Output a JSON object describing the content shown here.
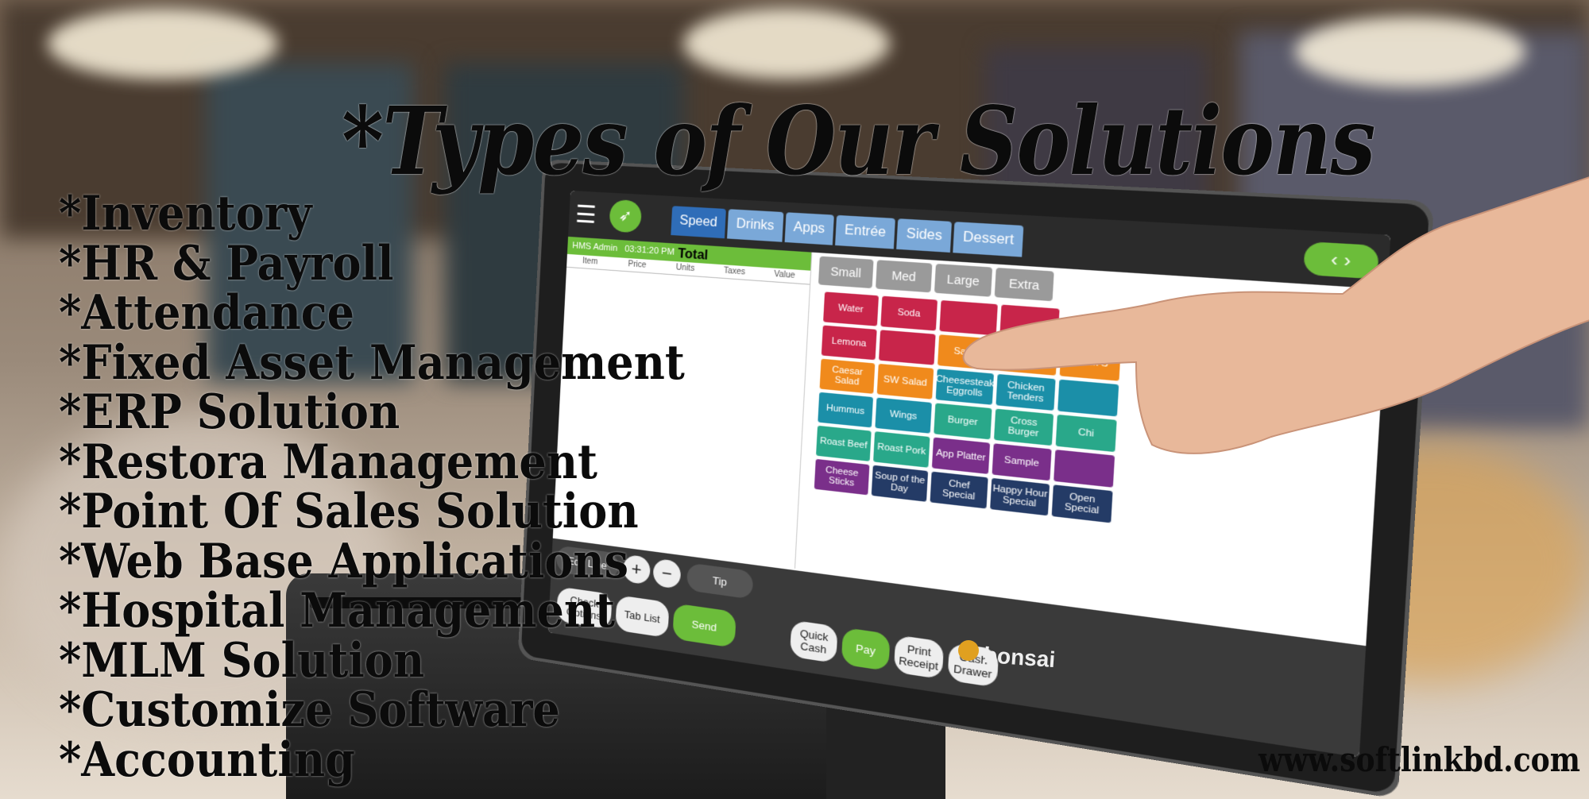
{
  "title": "*Types of Our Solutions",
  "solutions": [
    "*Inventory",
    "*HR & Payroll",
    "*Attendance",
    "*Fixed Asset Management",
    "*ERP Solution",
    "*Restora Management",
    "*Point Of Sales Solution",
    "*Web Base Applications",
    "*Hospital Management",
    "*MLM Solution",
    "*Customize Software",
    "*Accounting"
  ],
  "website": "www.softlinkbd.com",
  "pos_screen": {
    "brand": "bonsai",
    "category_tabs": [
      "Speed",
      "Drinks",
      "Apps",
      "Entrée",
      "Sides",
      "Dessert"
    ],
    "order_header": {
      "user": "HMS Admin",
      "time": "03:31:20 PM",
      "total_label": "Total"
    },
    "columns": [
      "Item",
      "Price",
      "Units",
      "Taxes",
      "Value"
    ],
    "size_tabs": [
      "Small",
      "Med",
      "Large",
      "Extra"
    ],
    "tiles": [
      {
        "label": "Water",
        "color": "#c8254a"
      },
      {
        "label": "Soda",
        "color": "#c8254a"
      },
      {
        "label": "",
        "color": "#c8254a"
      },
      {
        "label": "",
        "color": "#c8254a"
      },
      {
        "label": "",
        "color": "#ffffff"
      },
      {
        "label": "",
        "color": "#ffffff"
      },
      {
        "label": "Lemona",
        "color": "#c8254a"
      },
      {
        "label": "",
        "color": "#c8254a"
      },
      {
        "label": "Salad",
        "color": "#f08a1c"
      },
      {
        "label": "House Salad",
        "color": "#f08a1c"
      },
      {
        "label": "Chick S",
        "color": "#f08a1c"
      },
      {
        "label": "",
        "color": "#ffffff"
      },
      {
        "label": "Caesar Salad",
        "color": "#f08a1c"
      },
      {
        "label": "SW Salad",
        "color": "#f08a1c"
      },
      {
        "label": "Cheesesteak Eggrolls",
        "color": "#1b8fa8"
      },
      {
        "label": "Chicken Tenders",
        "color": "#1b8fa8"
      },
      {
        "label": "",
        "color": "#1b8fa8"
      },
      {
        "label": "",
        "color": "#ffffff"
      },
      {
        "label": "Hummus",
        "color": "#1b8fa8"
      },
      {
        "label": "Wings",
        "color": "#1b8fa8"
      },
      {
        "label": "Burger",
        "color": "#29a88a"
      },
      {
        "label": "Cross Burger",
        "color": "#29a88a"
      },
      {
        "label": "Chi",
        "color": "#29a88a"
      },
      {
        "label": "",
        "color": "#ffffff"
      },
      {
        "label": "Roast Beef",
        "color": "#29a88a"
      },
      {
        "label": "Roast Pork",
        "color": "#29a88a"
      },
      {
        "label": "App Platter",
        "color": "#7a2f8a"
      },
      {
        "label": "Sample",
        "color": "#7a2f8a"
      },
      {
        "label": "",
        "color": "#7a2f8a"
      },
      {
        "label": "",
        "color": "#ffffff"
      },
      {
        "label": "Cheese Sticks",
        "color": "#7a2f8a"
      },
      {
        "label": "Soup of the Day",
        "color": "#243b66"
      },
      {
        "label": "Chef Special",
        "color": "#243b66"
      },
      {
        "label": "Happy Hour Special",
        "color": "#243b66"
      },
      {
        "label": "Open Special",
        "color": "#243b66"
      },
      {
        "label": "",
        "color": "#ffffff"
      }
    ],
    "action_buttons": {
      "edit_line": "Edit Line",
      "plus": "+",
      "minus": "−",
      "tip": "Tip",
      "check_options": "Check Options",
      "tab_list": "Tab List",
      "send": "Send",
      "quick_cash": "Quick Cash",
      "pay": "Pay",
      "print_receipt": "Print Receipt",
      "cash_drawer": "Cash Drawer"
    }
  }
}
